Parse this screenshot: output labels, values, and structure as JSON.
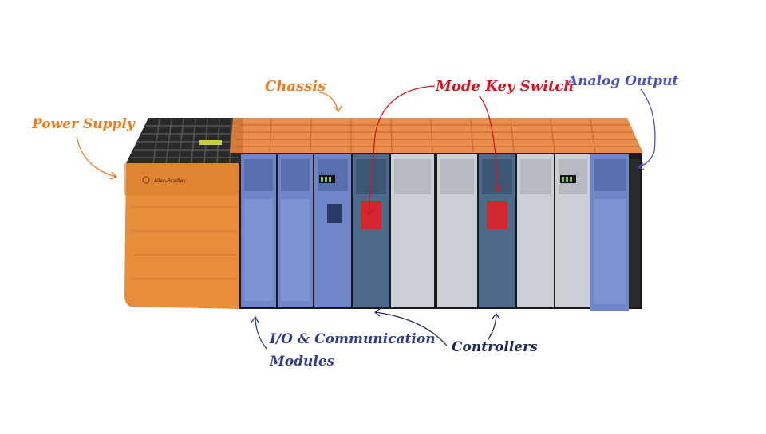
{
  "labels": {
    "power_supply": "Power Supply",
    "chassis": "Chassis",
    "mode_key_switch": "Mode Key Switch",
    "analog_output": "Analog Output",
    "io_line1": "I/O & Communication",
    "io_line2": "Modules",
    "controllers": "Controllers"
  },
  "device": {
    "brand": "Allen-Bradley"
  },
  "colors": {
    "power_supply": "#e98c3c",
    "chassis": "#e8823a",
    "module_blue": "#6f86c8",
    "controller": "#4d6a8c",
    "io_gray": "#c9cfd4",
    "key_switch": "#d4262d",
    "mode_label": "#d8141c",
    "analog_label": "#4a52c2",
    "io_label": "#2e3d8e",
    "controllers_label": "#1e2b5a"
  }
}
